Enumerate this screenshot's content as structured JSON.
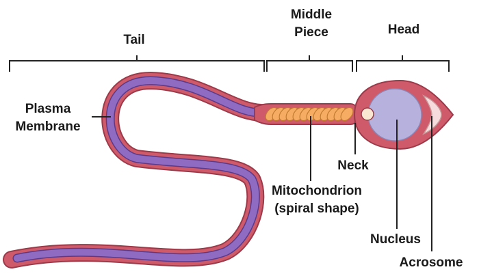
{
  "labels": {
    "tail": "Tail",
    "middle_piece_line1": "Middle",
    "middle_piece_line2": "Piece",
    "head": "Head",
    "plasma_membrane_line1": "Plasma",
    "plasma_membrane_line2": "Membrane",
    "neck": "Neck",
    "mitochondrion_line1": "Mitochondrion",
    "mitochondrion_line2": "(spiral shape)",
    "nucleus": "Nucleus",
    "acrosome": "Acrosome"
  },
  "colors": {
    "outer_membrane": "#cf5a6a",
    "outline": "#9c3a4a",
    "tail_core": "#8f6bc2",
    "mitochondrion": "#f6ad63",
    "nucleus": "#b6b2dd",
    "acrosome": "#f6dcdc",
    "centriole": "#f9e7d2"
  }
}
